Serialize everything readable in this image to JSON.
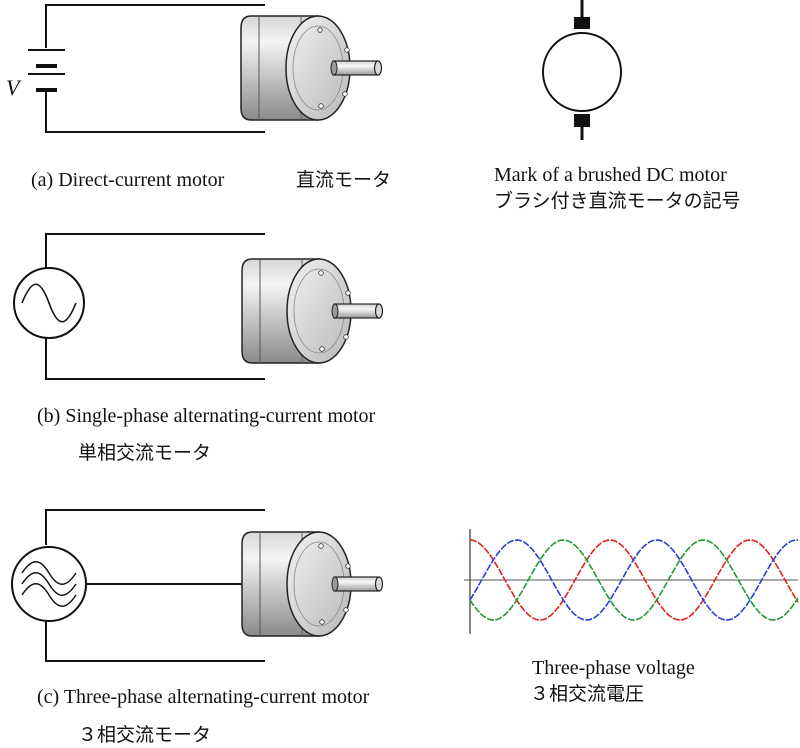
{
  "panel_a": {
    "voltage_label": "V",
    "caption_en": "(a) Direct-current motor",
    "caption_ja": "直流モータ"
  },
  "dc_symbol": {
    "caption_en": "Mark of a brushed DC motor",
    "caption_ja": "ブラシ付き直流モータの記号"
  },
  "panel_b": {
    "caption_en": "(b) Single-phase alternating-current motor",
    "caption_ja": "単相交流モータ"
  },
  "panel_c": {
    "caption_en": "(c) Three-phase alternating-current motor",
    "caption_ja": "３相交流モータ"
  },
  "three_phase": {
    "caption_en": "Three-phase voltage",
    "caption_ja": "３相交流電圧",
    "colors": {
      "phase_1": "#e0201a",
      "phase_2": "#2a3fd6",
      "phase_3": "#1f9a34"
    }
  }
}
